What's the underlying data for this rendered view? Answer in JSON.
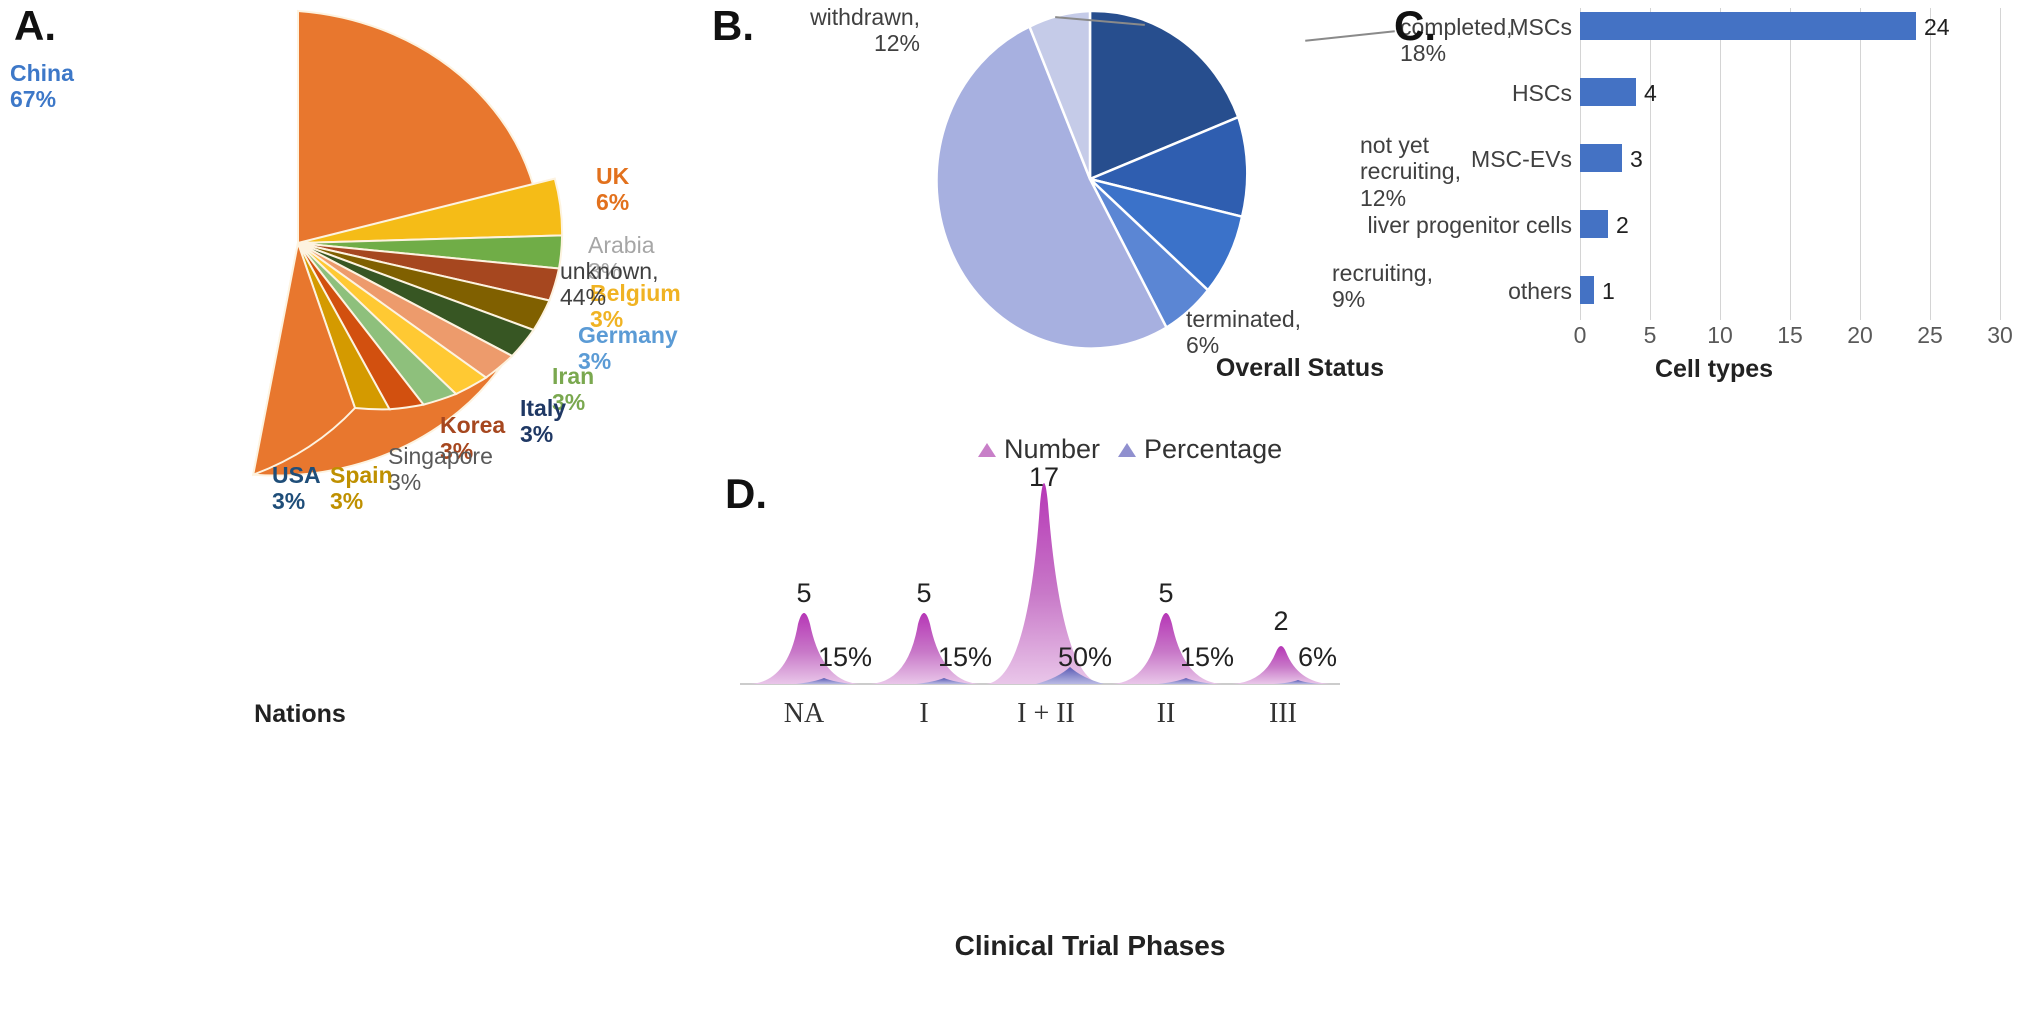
{
  "figure": {
    "panels": [
      "A.",
      "B.",
      "C.",
      "D."
    ]
  },
  "panelA": {
    "letter": "A.",
    "axis_title": "Nations",
    "labels": [
      {
        "name": "China",
        "pct": "67%",
        "color": "#3d78c8"
      },
      {
        "name": "UK",
        "pct": "6%",
        "color": "#e2711d"
      },
      {
        "name": "Arabia",
        "pct": "3%",
        "color": "#a6a6a6"
      },
      {
        "name": "Belgium",
        "pct": "3%",
        "color": "#f0b323"
      },
      {
        "name": "Germany",
        "pct": "3%",
        "color": "#5b9bd5"
      },
      {
        "name": "Iran",
        "pct": "3%",
        "color": "#7aa84f"
      },
      {
        "name": "Italy",
        "pct": "3%",
        "color": "#1f3864"
      },
      {
        "name": "Korea",
        "pct": "3%",
        "color": "#a6471f"
      },
      {
        "name": "Singapore",
        "pct": "3%",
        "color": "#595959"
      },
      {
        "name": "Spain",
        "pct": "3%",
        "color": "#bf9000"
      },
      {
        "name": "USA",
        "pct": "3%",
        "color": "#1f4e79"
      }
    ]
  },
  "panelB": {
    "letter": "B.",
    "axis_title": "Overall Status",
    "labels": [
      {
        "name": "withdrawn,",
        "pct": "12%"
      },
      {
        "name": "completed,",
        "pct": "18%"
      },
      {
        "name": "not yet",
        "pct": "12%",
        "name2": "recruiting,"
      },
      {
        "name": "recruiting,",
        "pct": "9%"
      },
      {
        "name": "terminated,",
        "pct": "6%"
      },
      {
        "name": "unknown,",
        "pct": "44%"
      }
    ]
  },
  "panelC": {
    "letter": "C.",
    "axis_title": "Cell types"
  },
  "panelD": {
    "letter": "D.",
    "axis_title": "Clinical Trial Phases",
    "legend": [
      {
        "label": "Number",
        "color": "#c87fc8"
      },
      {
        "label": "Percentage",
        "color": "#9090cf"
      }
    ]
  },
  "chart_data": [
    {
      "type": "pie",
      "id": "A",
      "title": "Nations",
      "categories": [
        "China",
        "UK",
        "Arabia",
        "Belgium",
        "Germany",
        "Iran",
        "Italy",
        "Korea",
        "Singapore",
        "Spain",
        "USA"
      ],
      "values": [
        67,
        6,
        3,
        3,
        3,
        3,
        3,
        3,
        3,
        3,
        3
      ],
      "value_labels": [
        "67%",
        "6%",
        "3%",
        "3%",
        "3%",
        "3%",
        "3%",
        "3%",
        "3%",
        "3%",
        "3%"
      ],
      "slice_colors": [
        "#e8772e",
        "#f5bc17",
        "#70ad47",
        "#a6471f",
        "#806000",
        "#375623",
        "#ed9b6c",
        "#ffc933",
        "#8ec07c",
        "#d2500f",
        "#d49a00"
      ],
      "legend": "labels-outside",
      "xlabel": "",
      "ylabel": ""
    },
    {
      "type": "pie",
      "id": "B",
      "title": "Overall Status",
      "categories": [
        "completed",
        "not yet recruiting",
        "recruiting",
        "terminated",
        "unknown",
        "withdrawn"
      ],
      "values": [
        18,
        12,
        9,
        6,
        44,
        12
      ],
      "value_labels": [
        "18%",
        "12%",
        "9%",
        "6%",
        "44%",
        "12%"
      ],
      "slice_colors": [
        "#274e8e",
        "#2f5eb0",
        "#3b72c9",
        "#5b86d4",
        "#a7b0e0",
        "#c5cbe8"
      ],
      "legend": "labels-outside",
      "xlabel": "",
      "ylabel": ""
    },
    {
      "type": "bar",
      "id": "C",
      "orientation": "horizontal",
      "title": "",
      "categories": [
        "MSCs",
        "HSCs",
        "MSC-EVs",
        "liver progenitor cells",
        "others"
      ],
      "values": [
        24,
        4,
        3,
        2,
        1
      ],
      "value_labels": [
        "24",
        "4",
        "3",
        "2",
        "1"
      ],
      "bar_color": "#4472c4",
      "xlabel": "Cell types",
      "ylabel": "",
      "xlim": [
        0,
        30
      ],
      "xticks": [
        0,
        5,
        10,
        15,
        20,
        25,
        30
      ],
      "grid": true
    },
    {
      "type": "area",
      "id": "D",
      "title": "Clinical Trial Phases",
      "categories": [
        "NA",
        "I",
        "I + II",
        "II",
        "III"
      ],
      "series": [
        {
          "name": "Number",
          "values": [
            5,
            5,
            17,
            5,
            2
          ],
          "value_labels": [
            "5",
            "5",
            "17",
            "5",
            "2"
          ],
          "color": "#c87fc8"
        },
        {
          "name": "Percentage",
          "values": [
            15,
            15,
            50,
            15,
            6
          ],
          "value_labels": [
            "15%",
            "15%",
            "50%",
            "15%",
            "6%"
          ],
          "color": "#9090cf"
        }
      ],
      "xlabel": "Clinical Trial Phases",
      "ylabel": "",
      "legend": "top-right",
      "grid": false
    }
  ]
}
